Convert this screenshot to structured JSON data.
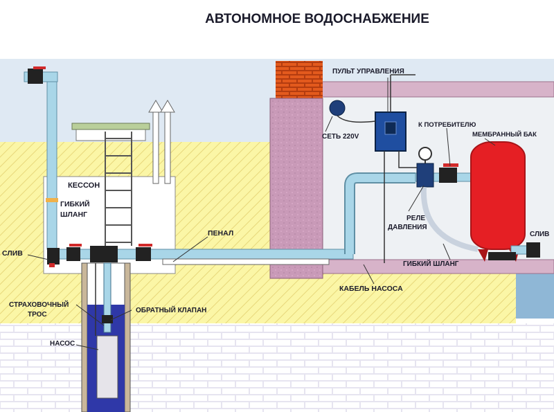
{
  "title": "АВТОНОМНОЕ  ВОДОСНАБЖЕНИЕ",
  "labels": {
    "caisson": "КЕССОН",
    "flex_hose_1": "ГИБКИЙ",
    "flex_hose_2": "ШЛАНГ",
    "drain_left": "СЛИВ",
    "safety_rope_1": "СТРАХОВОЧНЫЙ",
    "safety_rope_2": "ТРОС",
    "check_valve": "ОБРАТНЫЙ КЛАПАН",
    "pump": "НАСОС",
    "casing": "ПЕНАЛ",
    "control_panel": "ПУЛЬТ УПРАВЛЕНИЯ",
    "mains": "СЕТЬ 220V",
    "to_consumer": "К ПОТРЕБИТЕЛЮ",
    "membrane_tank": "МЕМБРАННЫЙ БАК",
    "pressure_relay_1": "РЕЛЕ",
    "pressure_relay_2": "ДАВЛЕНИЯ",
    "flex_hose_right": "ГИБКИЙ ШЛАНГ",
    "drain_right": "СЛИВ",
    "pump_cable": "КАБЕЛЬ НАСОСА"
  },
  "colors": {
    "sky": "#dfe9f3",
    "soil": "#fbf6a6",
    "brick_wall": "#e6e4f0",
    "well_water": "#2f38a8",
    "pipe": "#a9d6e8",
    "tank": "#e51f24",
    "foundation": "#d8a2c4",
    "chimney_brick": "#e35a1d"
  }
}
